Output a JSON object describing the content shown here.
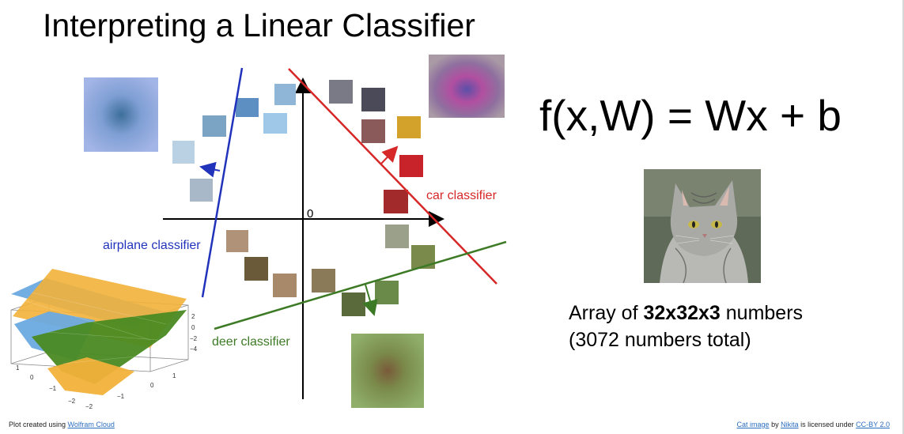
{
  "slide": {
    "title": "Interpreting a Linear Classifier",
    "formula": "f(x,W) = Wx + b",
    "caption_prefix": "Array of ",
    "caption_bold": "32x32x3",
    "caption_suffix": " numbers",
    "caption_line2": "(3072 numbers total)"
  },
  "diagram": {
    "origin_label": "0",
    "airplane_label": "airplane classifier",
    "car_label": "car classifier",
    "deer_label": "deer classifier",
    "colors": {
      "airplane": "#2233bb",
      "car": "#d62828",
      "deer": "#3d7a25",
      "axes": "#000000"
    }
  },
  "surface_plot": {
    "z_ticks": [
      "2",
      "0",
      "−2",
      "−4"
    ],
    "x_ticks": [
      "1",
      "0",
      "−1",
      "−2"
    ],
    "y_ticks": [
      "−2",
      "−1",
      "0",
      "1"
    ],
    "colors": {
      "blue": "#6aaae0",
      "orange": "#f2b13a",
      "green": "#4a8a22"
    }
  },
  "footer": {
    "left_text": "Plot created using ",
    "left_link": "Wolfram Cloud",
    "right_link1": "Cat image",
    "right_text1": " by ",
    "right_link2": "Nikita",
    "right_text2": " is licensed under ",
    "right_link3": "CC-BY 2.0"
  }
}
